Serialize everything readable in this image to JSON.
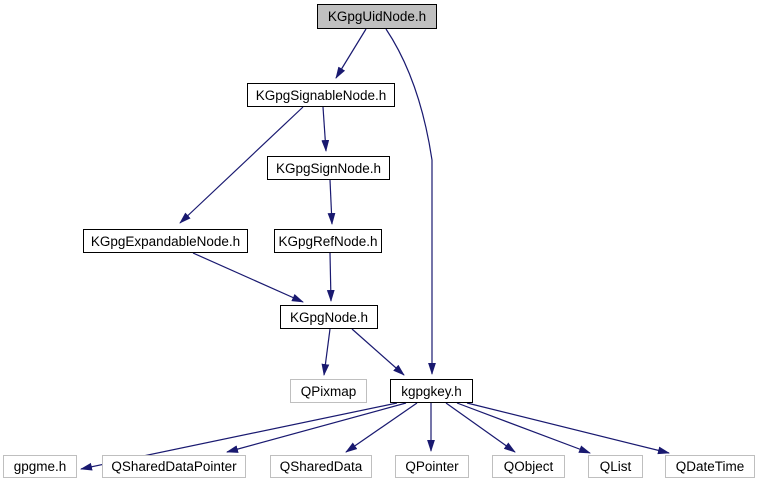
{
  "diagram": {
    "type": "include-dependency-graph",
    "colors": {
      "edge": "#191970",
      "node_border": "#000000",
      "external_border": "#bfbfbf",
      "root_fill": "#c0c0c0",
      "node_fill": "#ffffff",
      "background": "#ffffff",
      "text": "#000000"
    },
    "nodes": {
      "uid": {
        "label": "KGpgUidNode.h",
        "kind": "root"
      },
      "signable": {
        "label": "KGpgSignableNode.h",
        "kind": "internal"
      },
      "sign": {
        "label": "KGpgSignNode.h",
        "kind": "internal"
      },
      "expandable": {
        "label": "KGpgExpandableNode.h",
        "kind": "internal"
      },
      "ref": {
        "label": "KGpgRefNode.h",
        "kind": "internal"
      },
      "node": {
        "label": "KGpgNode.h",
        "kind": "internal"
      },
      "qpixmap": {
        "label": "QPixmap",
        "kind": "external"
      },
      "kgpgkey": {
        "label": "kgpgkey.h",
        "kind": "internal"
      },
      "gpgme": {
        "label": "gpgme.h",
        "kind": "external"
      },
      "qsdp": {
        "label": "QSharedDataPointer",
        "kind": "external"
      },
      "qsd": {
        "label": "QSharedData",
        "kind": "external"
      },
      "qpointer": {
        "label": "QPointer",
        "kind": "external"
      },
      "qobject": {
        "label": "QObject",
        "kind": "external"
      },
      "qlist": {
        "label": "QList",
        "kind": "external"
      },
      "qdatetime": {
        "label": "QDateTime",
        "kind": "external"
      }
    },
    "edges": [
      {
        "from": "KGpgUidNode.h",
        "to": "KGpgSignableNode.h"
      },
      {
        "from": "KGpgUidNode.h",
        "to": "kgpgkey.h"
      },
      {
        "from": "KGpgSignableNode.h",
        "to": "KGpgExpandableNode.h"
      },
      {
        "from": "KGpgSignableNode.h",
        "to": "KGpgSignNode.h"
      },
      {
        "from": "KGpgSignNode.h",
        "to": "KGpgRefNode.h"
      },
      {
        "from": "KGpgExpandableNode.h",
        "to": "KGpgNode.h"
      },
      {
        "from": "KGpgRefNode.h",
        "to": "KGpgNode.h"
      },
      {
        "from": "KGpgNode.h",
        "to": "QPixmap"
      },
      {
        "from": "KGpgNode.h",
        "to": "kgpgkey.h"
      },
      {
        "from": "kgpgkey.h",
        "to": "gpgme.h"
      },
      {
        "from": "kgpgkey.h",
        "to": "QSharedDataPointer"
      },
      {
        "from": "kgpgkey.h",
        "to": "QSharedData"
      },
      {
        "from": "kgpgkey.h",
        "to": "QPointer"
      },
      {
        "from": "kgpgkey.h",
        "to": "QObject"
      },
      {
        "from": "kgpgkey.h",
        "to": "QList"
      },
      {
        "from": "kgpgkey.h",
        "to": "QDateTime"
      }
    ]
  }
}
